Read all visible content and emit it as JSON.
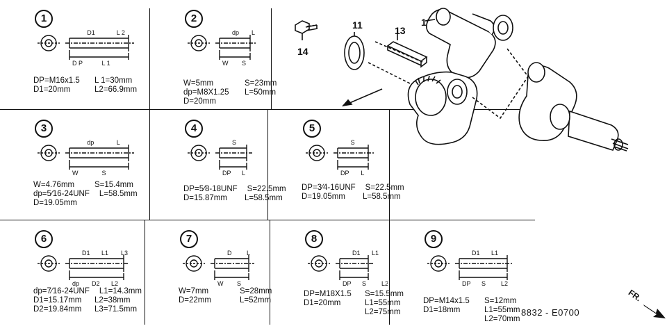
{
  "panels": [
    {
      "num": "1",
      "specs": [
        [
          "DP=M16x1.5",
          "L 1=30mm"
        ],
        [
          "D1=20mm",
          "L2=66.9mm"
        ]
      ],
      "labels": [
        "D P",
        "D1",
        "L 1",
        "L 2"
      ]
    },
    {
      "num": "2",
      "specs": [
        [
          "W=5mm",
          "S=23mm"
        ],
        [
          "dp=M8X1.25",
          "L=50mm"
        ],
        [
          "D=20mm",
          ""
        ]
      ],
      "labels": [
        "W",
        "dp",
        "S",
        "L"
      ]
    },
    {
      "num": "3",
      "specs": [
        [
          "W=4.76mm",
          "S=15.4mm"
        ],
        [
          "dp=5⁄16-24UNF",
          "L=58.5mm"
        ],
        [
          "D=19.05mm",
          ""
        ]
      ],
      "labels": [
        "W",
        "dp",
        "S",
        "L"
      ]
    },
    {
      "num": "4",
      "specs": [
        [
          "DP=5⁄8-18UNF",
          "S=22.5mm"
        ],
        [
          "D=15.87mm",
          "L=58.5mm"
        ]
      ],
      "labels": [
        "DP",
        "S",
        "L"
      ]
    },
    {
      "num": "5",
      "specs": [
        [
          "DP=3⁄4-16UNF",
          "S=22.5mm"
        ],
        [
          "D=19.05mm",
          "L=58.5mm"
        ]
      ],
      "labels": [
        "DP",
        "S",
        "L"
      ]
    },
    {
      "num": "6",
      "specs": [
        [
          "dp=7⁄16-24UNF",
          "L1=14.3mm"
        ],
        [
          "D1=15.17mm",
          "L2=38mm"
        ],
        [
          "D2=19.84mm",
          "L3=71.5mm"
        ]
      ],
      "labels": [
        "dp",
        "D1",
        "D2",
        "L1",
        "L2",
        "L3"
      ]
    },
    {
      "num": "7",
      "specs": [
        [
          "W=7mm",
          "S=28mm"
        ],
        [
          "D=22mm",
          "L=52mm"
        ]
      ],
      "labels": [
        "W",
        "D",
        "S",
        "L"
      ]
    },
    {
      "num": "8",
      "specs": [
        [
          "DP=M18X1.5",
          "S=15.5mm"
        ],
        [
          "D1=20mm",
          "L1=55mm"
        ],
        [
          "",
          "L2=75mm"
        ]
      ],
      "labels": [
        "DP",
        "D1",
        "S",
        "L1",
        "L2"
      ]
    },
    {
      "num": "9",
      "specs": [
        [
          "DP=M14x1.5",
          "S=12mm"
        ],
        [
          "D1=18mm",
          "L1=55mm"
        ],
        [
          "",
          "L2=70mm"
        ]
      ],
      "labels": [
        "DP",
        "D1",
        "S",
        "L1",
        "L2"
      ]
    }
  ],
  "part_labels": {
    "p10": "10",
    "p11": "11",
    "p13": "13",
    "p14": "14"
  },
  "fr_label": "FR.",
  "drawing_code": "8832 - E0700",
  "colors": {
    "ink": "#111111",
    "paper": "#ffffff"
  }
}
